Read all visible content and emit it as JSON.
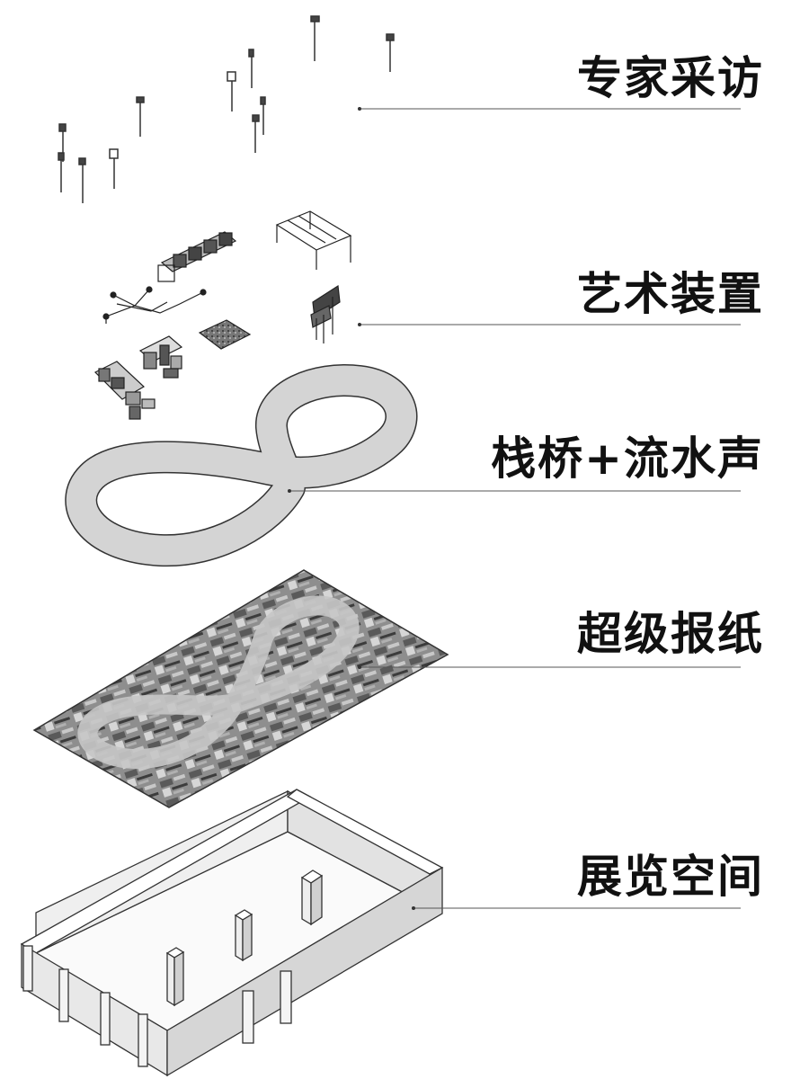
{
  "layers": [
    {
      "label": "专家采访"
    },
    {
      "label": "艺术装置"
    },
    {
      "label": "栈桥+流水声"
    },
    {
      "label": "超级报纸"
    },
    {
      "label": "展览空间"
    }
  ]
}
